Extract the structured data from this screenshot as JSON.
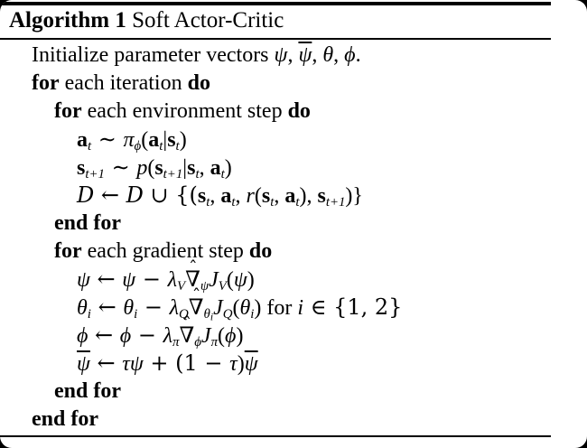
{
  "colors": {
    "page_bg": "#000000",
    "card_bg": "#ffffff",
    "text": "#000000",
    "rule": "#000000"
  },
  "glyphs": {
    "hat": "ˆ"
  },
  "header": {
    "label": "Algorithm 1",
    "title": " Soft Actor-Critic"
  },
  "algorithm": {
    "lines": [
      {
        "indent": 0,
        "seg": [
          {
            "t": "Initialize parameter vectors "
          },
          {
            "t": "ψ",
            "i": 1
          },
          {
            "t": ", "
          },
          {
            "t": "ψ",
            "i": 1,
            "bar": 1
          },
          {
            "t": ", "
          },
          {
            "t": "θ",
            "i": 1
          },
          {
            "t": ", "
          },
          {
            "t": "ϕ",
            "i": 1
          },
          {
            "t": "."
          }
        ]
      },
      {
        "indent": 0,
        "seg": [
          {
            "t": "for",
            "b": 1
          },
          {
            "t": " each iteration "
          },
          {
            "t": "do",
            "b": 1
          }
        ]
      },
      {
        "indent": 1,
        "seg": [
          {
            "t": "for",
            "b": 1
          },
          {
            "t": " each environment step "
          },
          {
            "t": "do",
            "b": 1
          }
        ]
      },
      {
        "indent": 2,
        "seg": [
          {
            "t": "a",
            "b": 1
          },
          {
            "t": "t",
            "sub": 1,
            "i": 1
          },
          {
            "t": " ∼ ",
            "m": 1
          },
          {
            "t": "π",
            "i": 1
          },
          {
            "t": "ϕ",
            "sub": 1,
            "i": 1
          },
          {
            "t": "("
          },
          {
            "t": "a",
            "b": 1
          },
          {
            "t": "t",
            "sub": 1,
            "i": 1
          },
          {
            "t": "|"
          },
          {
            "t": "s",
            "b": 1
          },
          {
            "t": "t",
            "sub": 1,
            "i": 1
          },
          {
            "t": ")"
          }
        ]
      },
      {
        "indent": 2,
        "seg": [
          {
            "t": "s",
            "b": 1
          },
          {
            "t": "t+1",
            "sub": 1,
            "i": 1
          },
          {
            "t": " ∼ ",
            "m": 1
          },
          {
            "t": "p",
            "i": 1
          },
          {
            "t": "("
          },
          {
            "t": "s",
            "b": 1
          },
          {
            "t": "t+1",
            "sub": 1,
            "i": 1
          },
          {
            "t": "|"
          },
          {
            "t": "s",
            "b": 1
          },
          {
            "t": "t",
            "sub": 1,
            "i": 1
          },
          {
            "t": ", "
          },
          {
            "t": "a",
            "b": 1
          },
          {
            "t": "t",
            "sub": 1,
            "i": 1
          },
          {
            "t": ")"
          }
        ]
      },
      {
        "indent": 2,
        "seg": [
          {
            "t": "D",
            "cal": 1
          },
          {
            "t": " ← ",
            "m": 1
          },
          {
            "t": "D",
            "cal": 1
          },
          {
            "t": " ∪ {(",
            "m": 1
          },
          {
            "t": "s",
            "b": 1
          },
          {
            "t": "t",
            "sub": 1,
            "i": 1
          },
          {
            "t": ", "
          },
          {
            "t": "a",
            "b": 1
          },
          {
            "t": "t",
            "sub": 1,
            "i": 1
          },
          {
            "t": ", "
          },
          {
            "t": "r",
            "i": 1
          },
          {
            "t": "("
          },
          {
            "t": "s",
            "b": 1
          },
          {
            "t": "t",
            "sub": 1,
            "i": 1
          },
          {
            "t": ", "
          },
          {
            "t": "a",
            "b": 1
          },
          {
            "t": "t",
            "sub": 1,
            "i": 1
          },
          {
            "t": "), "
          },
          {
            "t": "s",
            "b": 1
          },
          {
            "t": "t+1",
            "sub": 1,
            "i": 1
          },
          {
            "t": ")}"
          }
        ]
      },
      {
        "indent": 1,
        "seg": [
          {
            "t": "end for",
            "b": 1
          }
        ]
      },
      {
        "indent": 1,
        "seg": [
          {
            "t": "for",
            "b": 1
          },
          {
            "t": " each gradient step "
          },
          {
            "t": "do",
            "b": 1
          }
        ]
      },
      {
        "indent": 2,
        "seg": [
          {
            "t": "ψ",
            "i": 1
          },
          {
            "t": " ← ",
            "m": 1
          },
          {
            "t": "ψ",
            "i": 1
          },
          {
            "t": " − ",
            "m": 1
          },
          {
            "t": "λ",
            "i": 1
          },
          {
            "t": "V",
            "sub": 1,
            "i": 1
          },
          {
            "t": "∇",
            "hat": 1
          },
          {
            "t": "ψ",
            "sub": 1,
            "i": 1
          },
          {
            "t": "J",
            "i": 1
          },
          {
            "t": "V",
            "sub": 1,
            "i": 1
          },
          {
            "t": "("
          },
          {
            "t": "ψ",
            "i": 1
          },
          {
            "t": ")"
          }
        ]
      },
      {
        "indent": 2,
        "seg": [
          {
            "t": "θ",
            "i": 1
          },
          {
            "t": "i",
            "sub": 1,
            "i": 1
          },
          {
            "t": " ← ",
            "m": 1
          },
          {
            "t": "θ",
            "i": 1
          },
          {
            "t": "i",
            "sub": 1,
            "i": 1
          },
          {
            "t": " − ",
            "m": 1
          },
          {
            "t": "λ",
            "i": 1
          },
          {
            "t": "Q",
            "sub": 1,
            "i": 1
          },
          {
            "t": "∇",
            "hat": 1
          },
          {
            "t": "θ",
            "sub": 1,
            "i": 1
          },
          {
            "t": "i",
            "sub2": 1,
            "i": 1
          },
          {
            "t": "J",
            "i": 1
          },
          {
            "t": "Q",
            "sub": 1,
            "i": 1
          },
          {
            "t": "("
          },
          {
            "t": "θ",
            "i": 1
          },
          {
            "t": "i",
            "sub": 1,
            "i": 1
          },
          {
            "t": ")"
          },
          {
            "t": " for "
          },
          {
            "t": "i",
            "i": 1
          },
          {
            "t": " ∈ {1, 2}",
            "m": 1
          }
        ]
      },
      {
        "indent": 2,
        "seg": [
          {
            "t": "ϕ",
            "i": 1
          },
          {
            "t": " ← ",
            "m": 1
          },
          {
            "t": "ϕ",
            "i": 1
          },
          {
            "t": " − ",
            "m": 1
          },
          {
            "t": "λ",
            "i": 1
          },
          {
            "t": "π",
            "sub": 1,
            "i": 1
          },
          {
            "t": "∇",
            "hat": 1
          },
          {
            "t": "ϕ",
            "sub": 1,
            "i": 1
          },
          {
            "t": "J",
            "i": 1
          },
          {
            "t": "π",
            "sub": 1,
            "i": 1
          },
          {
            "t": "("
          },
          {
            "t": "ϕ",
            "i": 1
          },
          {
            "t": ")"
          }
        ]
      },
      {
        "indent": 2,
        "seg": [
          {
            "t": "ψ",
            "i": 1,
            "bar": 1
          },
          {
            "t": " ← ",
            "m": 1
          },
          {
            "t": "τ",
            "i": 1
          },
          {
            "t": "ψ",
            "i": 1
          },
          {
            "t": " + (1 − ",
            "m": 1
          },
          {
            "t": "τ",
            "i": 1
          },
          {
            "t": ")"
          },
          {
            "t": "ψ",
            "i": 1,
            "bar": 1
          }
        ]
      },
      {
        "indent": 1,
        "seg": [
          {
            "t": "end for",
            "b": 1
          }
        ]
      },
      {
        "indent": 0,
        "seg": [
          {
            "t": "end for",
            "b": 1
          }
        ]
      }
    ]
  }
}
